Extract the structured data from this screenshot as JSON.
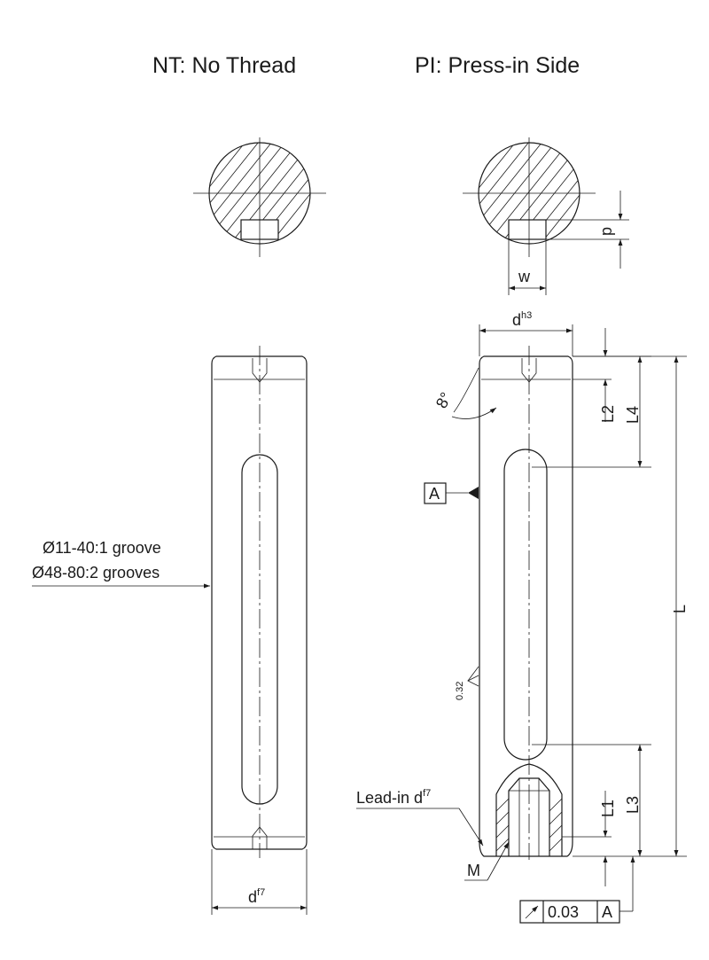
{
  "titles": {
    "left": "NT: No Thread",
    "right": "PI: Press-in Side"
  },
  "dimensions": {
    "d_h3_base": "d",
    "d_h3_sup": "h3",
    "d_f7_base": "d",
    "d_f7_sup": "f7",
    "p": "p",
    "w": "w",
    "L": "L",
    "L1": "L1",
    "L2": "L2",
    "L3": "L3",
    "L4": "L4",
    "angle": "8°"
  },
  "notes": {
    "groove_line1": "Ø11-40:1 groove",
    "groove_line2": "Ø48-80:2 grooves",
    "lead_in_base": "Lead-in d",
    "lead_in_sup": "f7",
    "thread_M": "M",
    "datum_A": "A",
    "roughness": "0.32",
    "tolerance_value": "0.03",
    "tolerance_datum": "A"
  }
}
